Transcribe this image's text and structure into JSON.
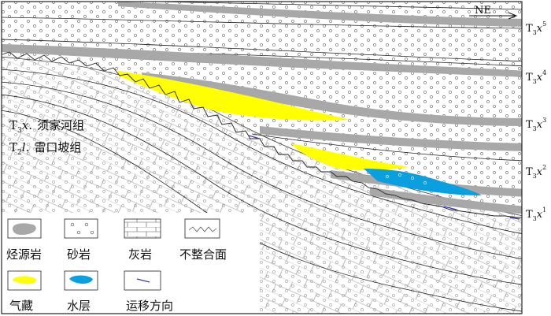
{
  "direction": {
    "label": "NE"
  },
  "layers": {
    "t3x5": {
      "main": "T",
      "sub": "3",
      "x": "x",
      "sup": "5"
    },
    "t3x4": {
      "main": "T",
      "sub": "3",
      "x": "x",
      "sup": "4"
    },
    "t3x3": {
      "main": "T",
      "sub": "3",
      "x": "x",
      "sup": "3"
    },
    "t3x2": {
      "main": "T",
      "sub": "3",
      "x": "x",
      "sup": "2"
    },
    "t3x1": {
      "main": "T",
      "sub": "3",
      "x": "x",
      "sup": "1"
    }
  },
  "formations": {
    "xujiahe": {
      "main": "T",
      "sub": "3",
      "x": "x.",
      "name": "须家河组"
    },
    "leikoupo": {
      "main": "T",
      "sub": "2",
      "x": "l.",
      "name": "雷口坡组"
    }
  },
  "legend": {
    "source_rock": "烃源岩",
    "sandstone": "砂岩",
    "limestone": "灰岩",
    "unconformity": "不整合面",
    "gas": "气藏",
    "water": "水层",
    "migration": "运移方向"
  },
  "colors": {
    "gas": "#ffff00",
    "water": "#0aa0e0",
    "source_rock": "#a8a8a8",
    "migration_arrow": "#3a3ab0"
  }
}
